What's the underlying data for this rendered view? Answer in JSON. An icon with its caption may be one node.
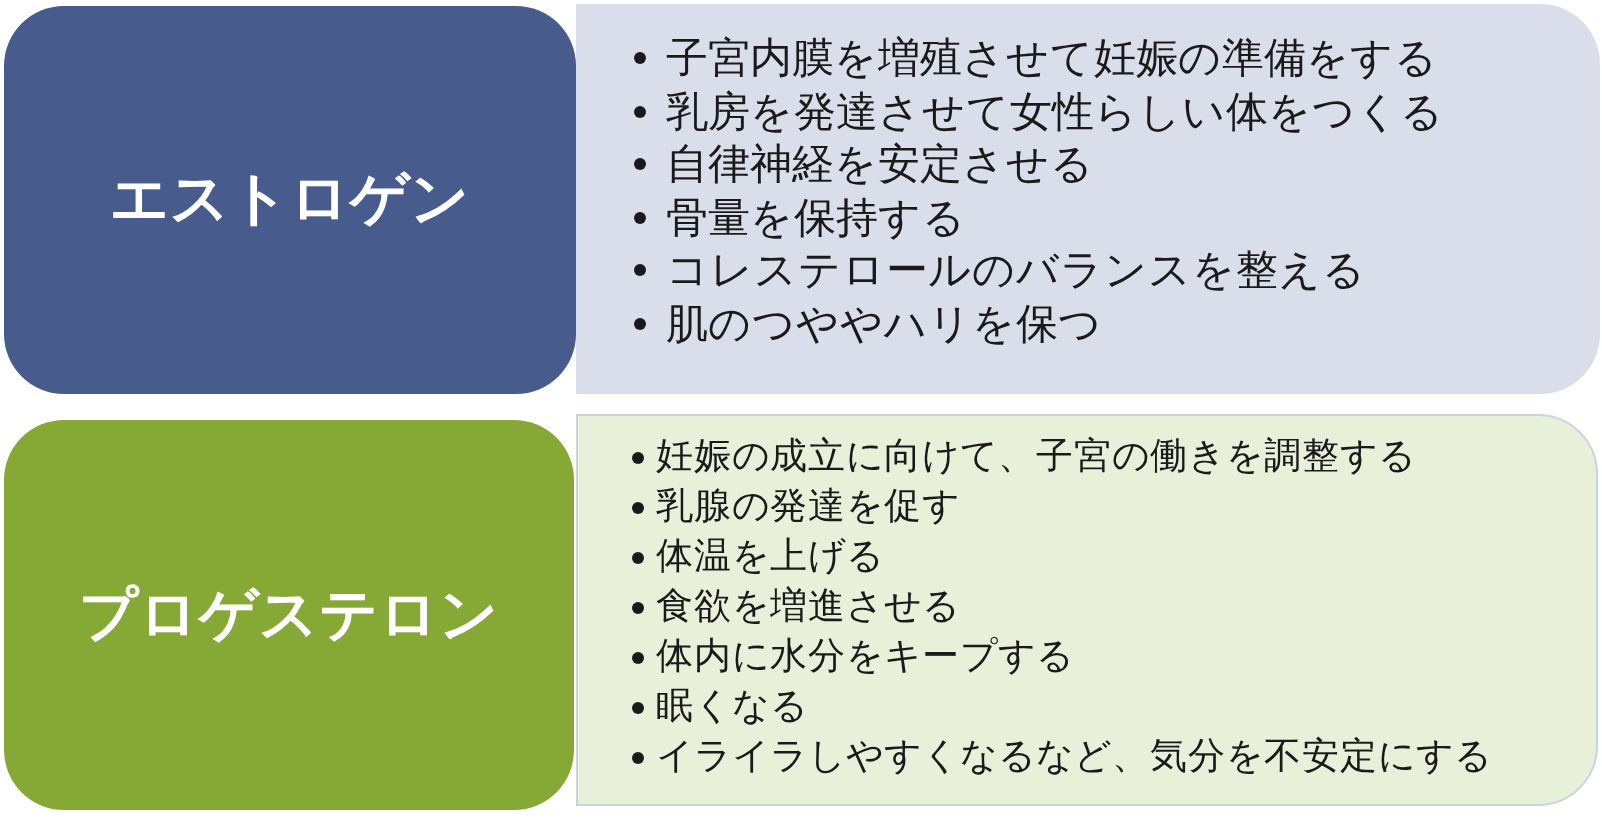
{
  "diagram": {
    "nodes": [
      {
        "text": [
          "エストロゲン"
        ]
      },
      {
        "text": [
          "子宮内膜を増殖させて妊娠の準備をする",
          "乳房を発達させて女性らしい体をつくる",
          "自律神経を安定させる",
          "骨量を保持する",
          "コレステロールのバランスを整える",
          "肌のつややハリを保つ"
        ]
      },
      {
        "text": [
          "プロゲステロン"
        ]
      },
      {
        "text": [
          "妊娠の成立に向けて、子宮の働きを調整する",
          "乳腺の発達を促す",
          "体温を上げる",
          "食欲を増進させる",
          "体内に水分をキープする",
          "眠くなる",
          "イライラしやすくなるなど、気分を不安定にする"
        ]
      }
    ]
  }
}
